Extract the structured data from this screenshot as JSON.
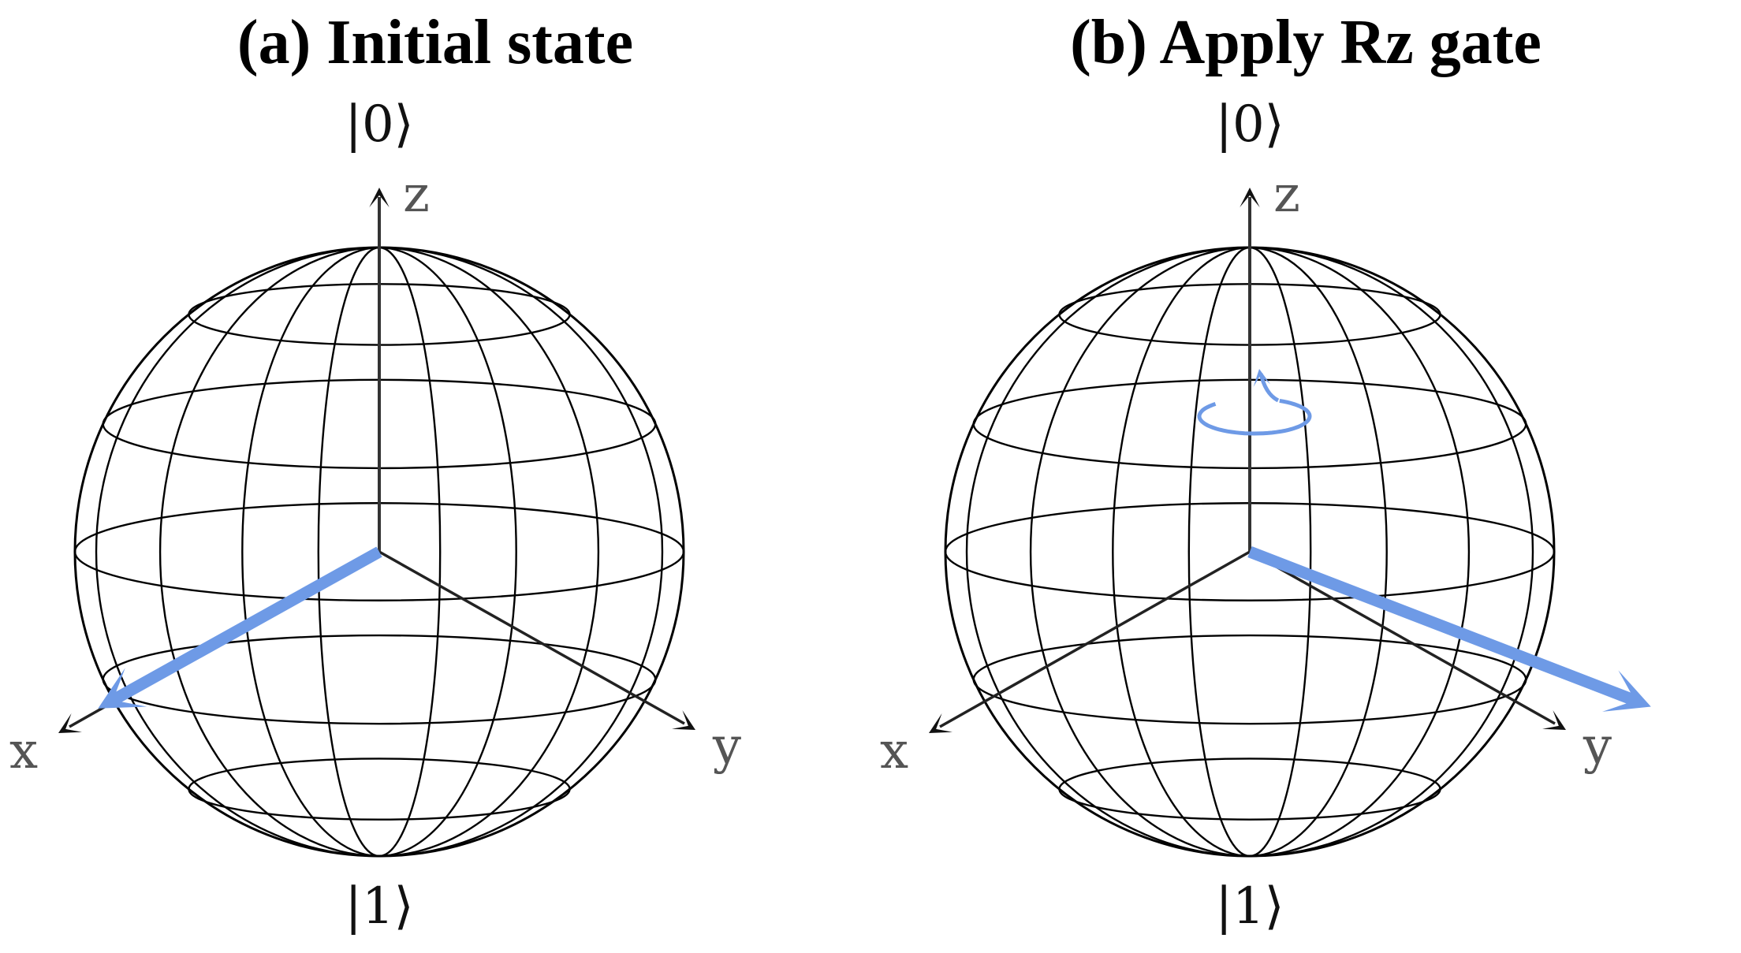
{
  "colors": {
    "state_vector": "#6e9ae6",
    "wireframe": "#000000",
    "axis_label": "#555555"
  },
  "panels": [
    {
      "id": "a",
      "title": "(a) Initial state",
      "ket_top": "|0⟩",
      "ket_bottom": "|1⟩",
      "axis_x": "x",
      "axis_y": "y",
      "axis_z": "z",
      "state_vector_direction": "x",
      "rotation_indicator": false
    },
    {
      "id": "b",
      "title": "(b) Apply Rz gate",
      "ket_top": "|0⟩",
      "ket_bottom": "|1⟩",
      "axis_x": "x",
      "axis_y": "y",
      "axis_z": "z",
      "state_vector_direction": "y",
      "rotation_indicator": true
    }
  ]
}
